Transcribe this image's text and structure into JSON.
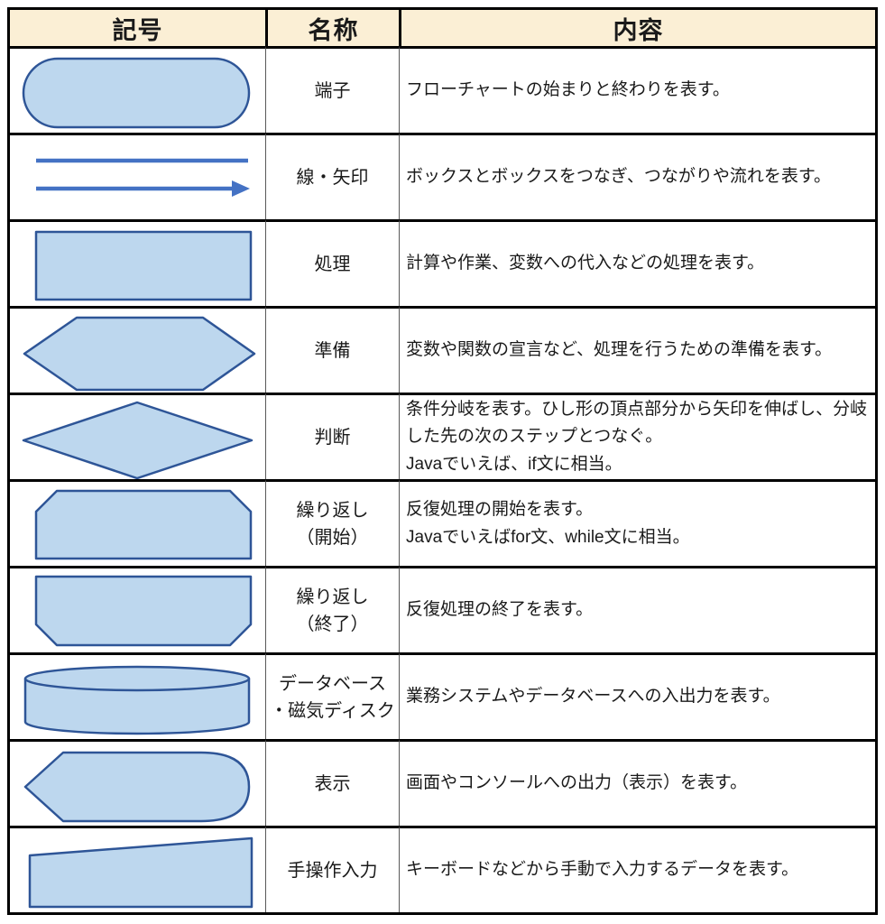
{
  "colors": {
    "header_bg": "#FBEFD5",
    "shape_fill": "#BDD7EE",
    "shape_stroke": "#2E5597",
    "arrow_color": "#4472C4",
    "border_heavy": "#000000",
    "border_light": "#595959"
  },
  "table": {
    "headers": {
      "symbol": "記号",
      "name": "名称",
      "content": "内容"
    },
    "rows": [
      {
        "symbol_icon": "terminal-shape",
        "name": "端子",
        "desc": "フローチャートの始まりと終わりを表す。"
      },
      {
        "symbol_icon": "line-arrow-shape",
        "name": "線・矢印",
        "desc": "ボックスとボックスをつなぎ、つながりや流れを表す。"
      },
      {
        "symbol_icon": "process-shape",
        "name": "処理",
        "desc": "計算や作業、変数への代入などの処理を表す。"
      },
      {
        "symbol_icon": "preparation-shape",
        "name": "準備",
        "desc": "変数や関数の宣言など、処理を行うための準備を表す。"
      },
      {
        "symbol_icon": "decision-shape",
        "name": "判断",
        "desc": "条件分岐を表す。ひし形の頂点部分から矢印を伸ばし、分岐した先の次のステップとつなぐ。\nJavaでいえば、if文に相当。"
      },
      {
        "symbol_icon": "loop-start-shape",
        "name": "繰り返し\n（開始）",
        "desc": "反復処理の開始を表す。\nJavaでいえばfor文、while文に相当。"
      },
      {
        "symbol_icon": "loop-end-shape",
        "name": "繰り返し\n（終了）",
        "desc": "反復処理の終了を表す。"
      },
      {
        "symbol_icon": "database-shape",
        "name": "データベース\n・磁気ディスク",
        "desc": "業務システムやデータベースへの入出力を表す。"
      },
      {
        "symbol_icon": "display-shape",
        "name": "表示",
        "desc": "画面やコンソールへの出力（表示）を表す。"
      },
      {
        "symbol_icon": "manual-input-shape",
        "name": "手操作入力",
        "desc": "キーボードなどから手動で入力するデータを表す。"
      }
    ]
  }
}
